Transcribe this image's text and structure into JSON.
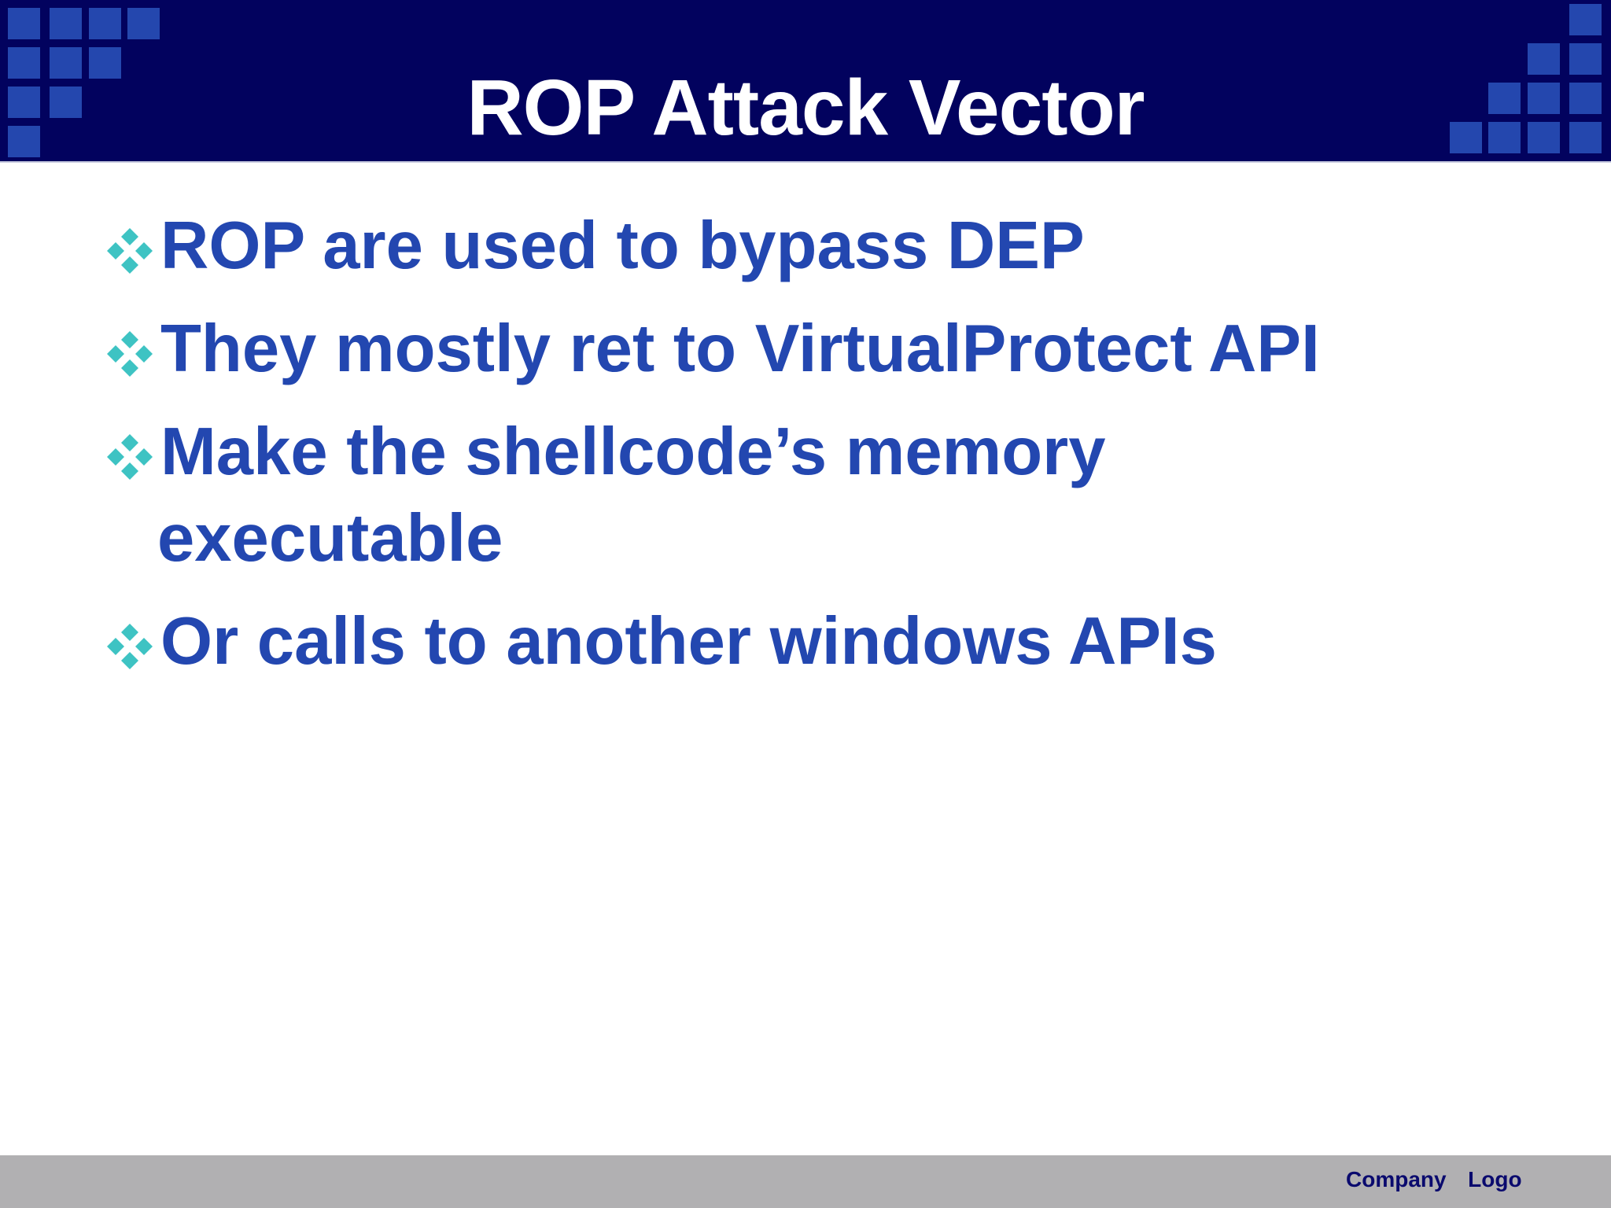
{
  "slide": {
    "title": "ROP Attack Vector",
    "bullets": [
      {
        "text": "ROP are used to bypass DEP"
      },
      {
        "text": "They mostly ret to VirtualProtect API"
      },
      {
        "text": "Make the shellcode’s memory",
        "continuation": "executable"
      },
      {
        "text": "Or calls to another windows APIs"
      }
    ],
    "bullet_icon": "four-diamond-icon",
    "footer": {
      "logo_text": "Company  Logo"
    }
  },
  "colors": {
    "header_bg": "#02025E",
    "header_square": "#2447AE",
    "title_text": "#FFFFFF",
    "bullet_text": "#2347B0",
    "bullet_icon": "#3EC3C3",
    "footer_bg": "#B1B0B2",
    "footer_text": "#0A0A6E"
  }
}
